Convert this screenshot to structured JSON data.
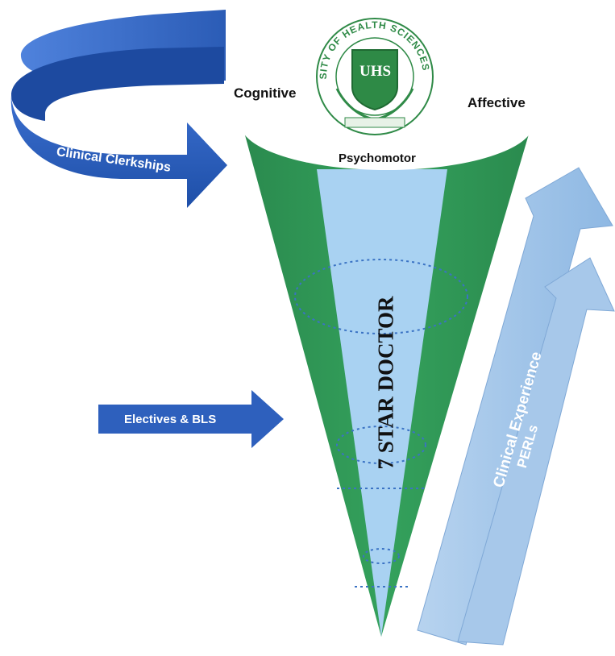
{
  "logo": {
    "ring_text": "UNIVERSITY OF HEALTH SCIENCES LAHORE",
    "monogram": "UHS"
  },
  "cone": {
    "top_labels": {
      "left": "Cognitive",
      "right": "Affective",
      "bottom": "Psychomotor"
    },
    "center_label": "7 STAR DOCTOR"
  },
  "arrows": {
    "clerkships": "Clinical Clerkships",
    "electives": "Electives & BLS",
    "experience": "Clinical Experience",
    "perls": "PERLs"
  },
  "colors": {
    "cone_green": "#2e8b57",
    "cone_core": "#a9d2f2",
    "arrow_blue": "#2e5cb8",
    "arrow_light": "#9dc3e6",
    "logo_green": "#1f7a3a"
  }
}
